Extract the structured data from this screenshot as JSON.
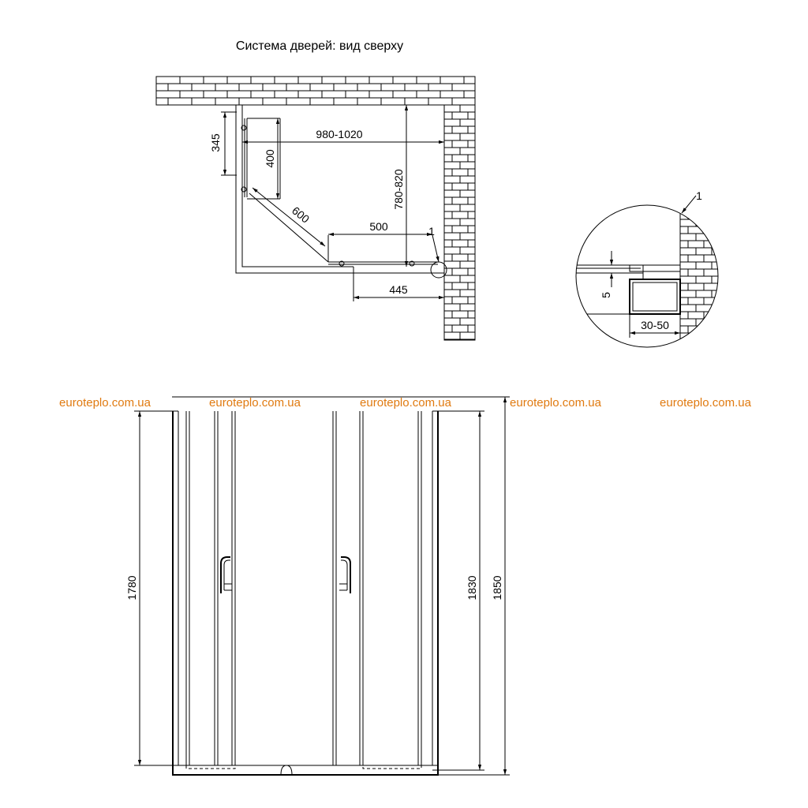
{
  "title": "Система дверей: вид сверху",
  "colors": {
    "line": "#000000",
    "watermark": "#e07a10",
    "background": "#ffffff"
  },
  "top_view": {
    "dim_width": "980-1020",
    "dim_depth": "780-820",
    "dim_345": "345",
    "dim_400": "400",
    "dim_600": "600",
    "dim_500": "500",
    "dim_445": "445",
    "callout": "1"
  },
  "detail": {
    "callout": "1",
    "dim_gap": "5",
    "dim_profile": "30-50"
  },
  "front_view": {
    "dim_1780": "1780",
    "dim_1830": "1830",
    "dim_1850": "1850"
  },
  "watermarks": [
    "euroteplo.com.ua",
    "euroteplo.com.ua",
    "euroteplo.com.ua",
    "euroteplo.com.ua",
    "euroteplo.com.ua"
  ]
}
